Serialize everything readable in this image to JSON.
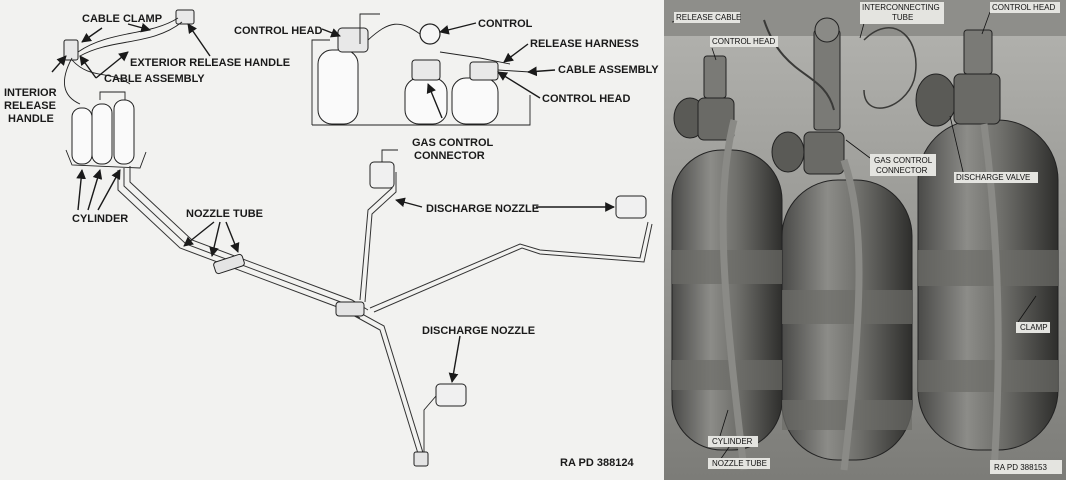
{
  "diagram": {
    "labels": {
      "cable_clamp": "CABLE CLAMP",
      "interior_release_handle_1": "INTERIOR",
      "interior_release_handle_2": "RELEASE",
      "interior_release_handle_3": "HANDLE",
      "exterior_release_handle": "EXTERIOR RELEASE HANDLE",
      "cable_assembly_left": "CABLE ASSEMBLY",
      "control_head_top": "CONTROL HEAD",
      "control": "CONTROL",
      "release_harness": "RELEASE HARNESS",
      "cable_assembly_right": "CABLE ASSEMBLY",
      "control_head_right": "CONTROL HEAD",
      "gas_control_connector_1": "GAS CONTROL",
      "gas_control_connector_2": "CONNECTOR",
      "cylinder": "CYLINDER",
      "nozzle_tube": "NOZZLE TUBE",
      "discharge_nozzle_upper": "DISCHARGE NOZZLE",
      "discharge_nozzle_lower": "DISCHARGE NOZZLE"
    },
    "reference": "RA PD 388124"
  },
  "photo": {
    "labels": {
      "release_cable": "RELEASE CABLE",
      "interconnecting_tube_1": "INTERCONNECTING",
      "interconnecting_tube_2": "TUBE",
      "control_head_left": "CONTROL HEAD",
      "control_head_right": "CONTROL HEAD",
      "gas_control_connector_1": "GAS CONTROL",
      "gas_control_connector_2": "CONNECTOR",
      "discharge_valve": "DISCHARGE VALVE",
      "clamp": "CLAMP",
      "cylinder": "CYLINDER",
      "nozzle_tube": "NOZZLE TUBE"
    },
    "reference": "RA PD 388153"
  }
}
